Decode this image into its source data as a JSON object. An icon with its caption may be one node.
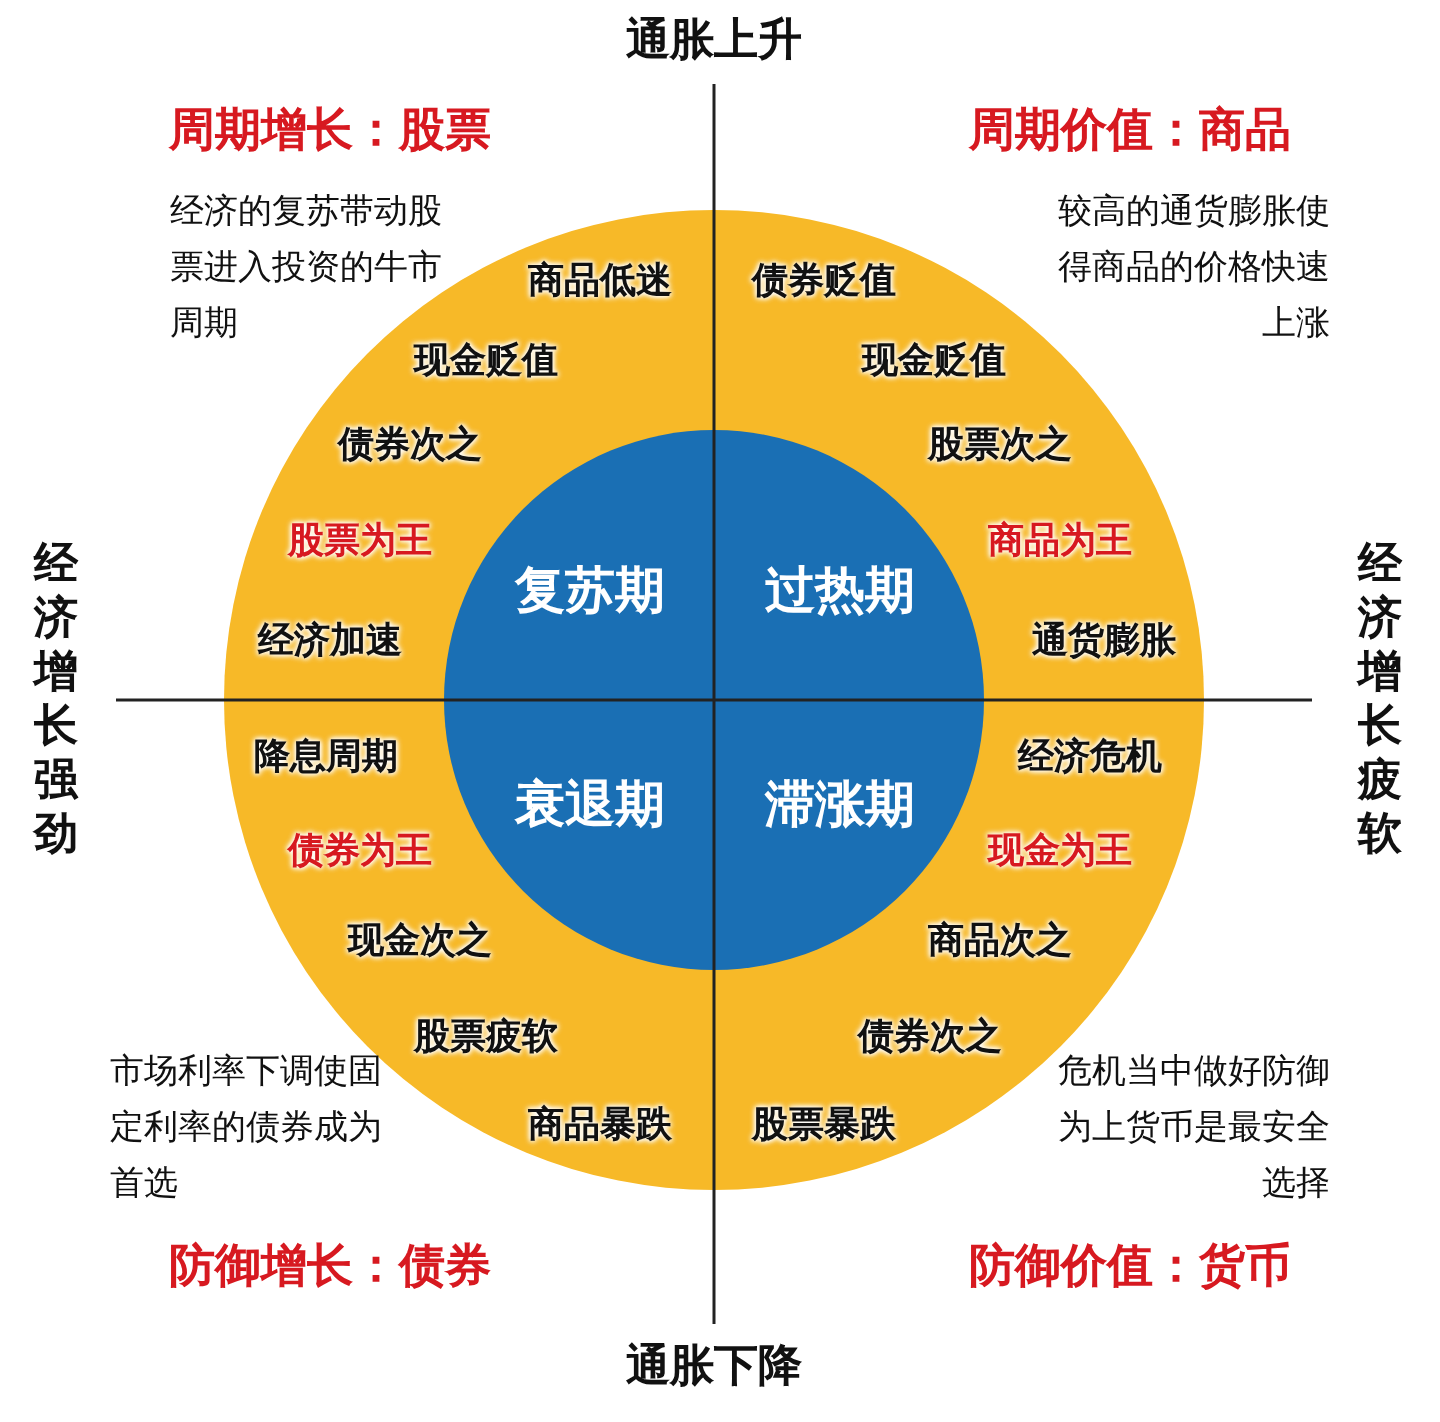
{
  "diagram": {
    "nodes": [
      {
        "text": [],
        "shape": "circle"
      },
      {
        "text": [
          "复苏期",
          "过热期",
          "衰退期",
          "滞涨期"
        ],
        "in": 0
      }
    ],
    "labels": [
      "通胀上升",
      "周期增长：股票",
      "周期价值：商品",
      "经济的复苏带动股票进入投资的牛市周期",
      "较高的通货膨胀使得商品的价格快速上涨",
      "商品低迷",
      "现金贬值",
      "债券次之",
      "股票为王",
      "经济加速",
      "债券贬值",
      "现金贬值",
      "股票次之",
      "商品为王",
      "通货膨胀",
      "经济增长强劲",
      "经济增长疲软",
      "降息周期",
      "债券为王",
      "现金次之",
      "股票疲软",
      "商品暴跌",
      "经济危机",
      "现金为王",
      "商品次之",
      "债券次之",
      "股票暴跌",
      "市场利率下调使固定利率的债券成为首选",
      "危机当中做好防御为上货币是最安全选择",
      "防御增长：债券",
      "防御价值：货币",
      "通胀下降"
    ]
  }
}
